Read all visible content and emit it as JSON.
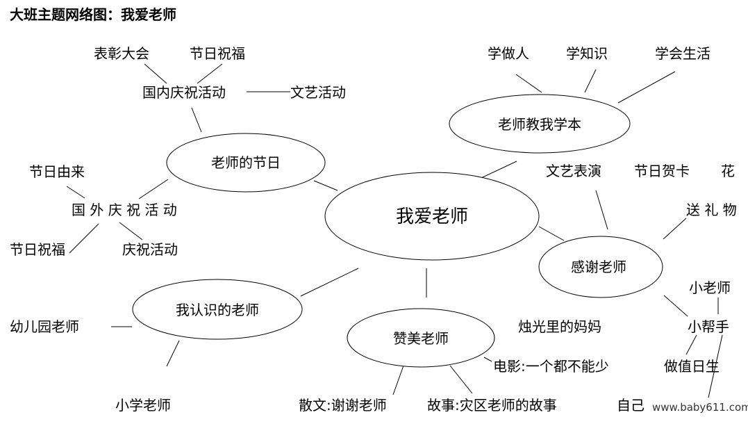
{
  "title": "大班主题网络图：我爱老师",
  "center": "我爱老师",
  "nodes": {
    "festival": "老师的节日",
    "teach": "老师教我学本",
    "thanks": "感谢老师",
    "praise": "赞美老师",
    "know": "我认识的老师"
  },
  "leaves": {
    "commend": "表彰大会",
    "blessing_top": "节日祝福",
    "domestic": "国内庆祝活动",
    "arts_activity": "文艺活动",
    "origin": "节日由来",
    "abroad": "国 外 庆 祝 活 动",
    "blessing_left": "节日祝福",
    "celebrate": "庆祝活动",
    "learn_person": "学做人",
    "learn_knowledge": "学知识",
    "learn_life": "学会生活",
    "performance": "文艺表演",
    "card": "节日贺卡",
    "flower": "花",
    "gift": "送 礼 物",
    "little_teacher": "小老师",
    "little_helper": "小帮手",
    "duty": "做值日生",
    "self": "自己",
    "candle": "烛光里的妈妈",
    "movie": "电影:一个都不能少",
    "essay": "散文:谢谢老师",
    "story": "故事:灾区老师的故事",
    "kindergarten": "幼儿园老师",
    "primary": "小学老师"
  },
  "watermark": "www.baby611.com"
}
